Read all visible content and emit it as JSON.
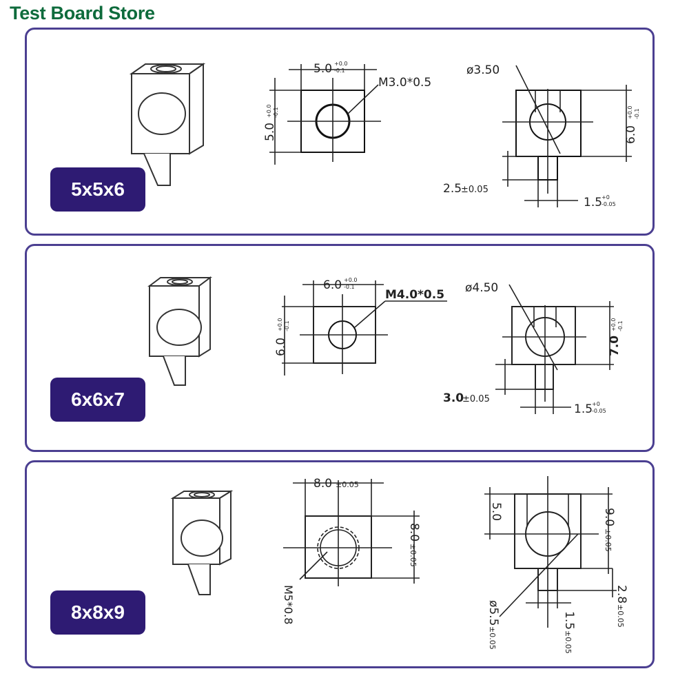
{
  "store_name": "Test Board Store",
  "panels": [
    {
      "size_label": "5x5x6",
      "top_view": {
        "width": "5.0",
        "width_tol_up": "+0.0",
        "width_tol_down": "-0.1",
        "height": "5.0",
        "height_tol_up": "+0.0",
        "height_tol_down": "-0.1",
        "thread": "M3.0*0.5"
      },
      "side_view": {
        "hole_dia": "ø3.50",
        "height": "6.0",
        "height_tol_up": "+0.0",
        "height_tol_down": "-0.1",
        "pin_length": "2.5",
        "pin_length_tol": "±0.05",
        "pin_width": "1.5",
        "pin_width_tol_up": "+0",
        "pin_width_tol_down": "-0.05"
      }
    },
    {
      "size_label": "6x6x7",
      "top_view": {
        "width": "6.0",
        "width_tol_up": "+0.0",
        "width_tol_down": "-0.1",
        "height": "6.0",
        "height_tol_up": "+0.0",
        "height_tol_down": "-0.1",
        "thread": "M4.0*0.5"
      },
      "side_view": {
        "hole_dia": "ø4.50",
        "height": "7.0",
        "height_tol_up": "+0.0",
        "height_tol_down": "-0.1",
        "pin_length": "3.0",
        "pin_length_tol": "±0.05",
        "pin_width": "1.5",
        "pin_width_tol_up": "+0",
        "pin_width_tol_down": "-0.05"
      }
    },
    {
      "size_label": "8x8x9",
      "top_view": {
        "width": "8.0",
        "width_tol": "±0.05",
        "height": "8.0",
        "height_tol": "±0.05",
        "thread": "M5*0.8"
      },
      "side_view": {
        "top_offset": "5.0",
        "height": "9.0",
        "height_tol": "±0.05",
        "pin_length": "2.8",
        "pin_length_tol": "±0.05",
        "pin_width": "1.5",
        "pin_width_tol": "±0.05",
        "hole_dia": "ø5.5",
        "hole_dia_tol": "±0.05"
      }
    }
  ]
}
